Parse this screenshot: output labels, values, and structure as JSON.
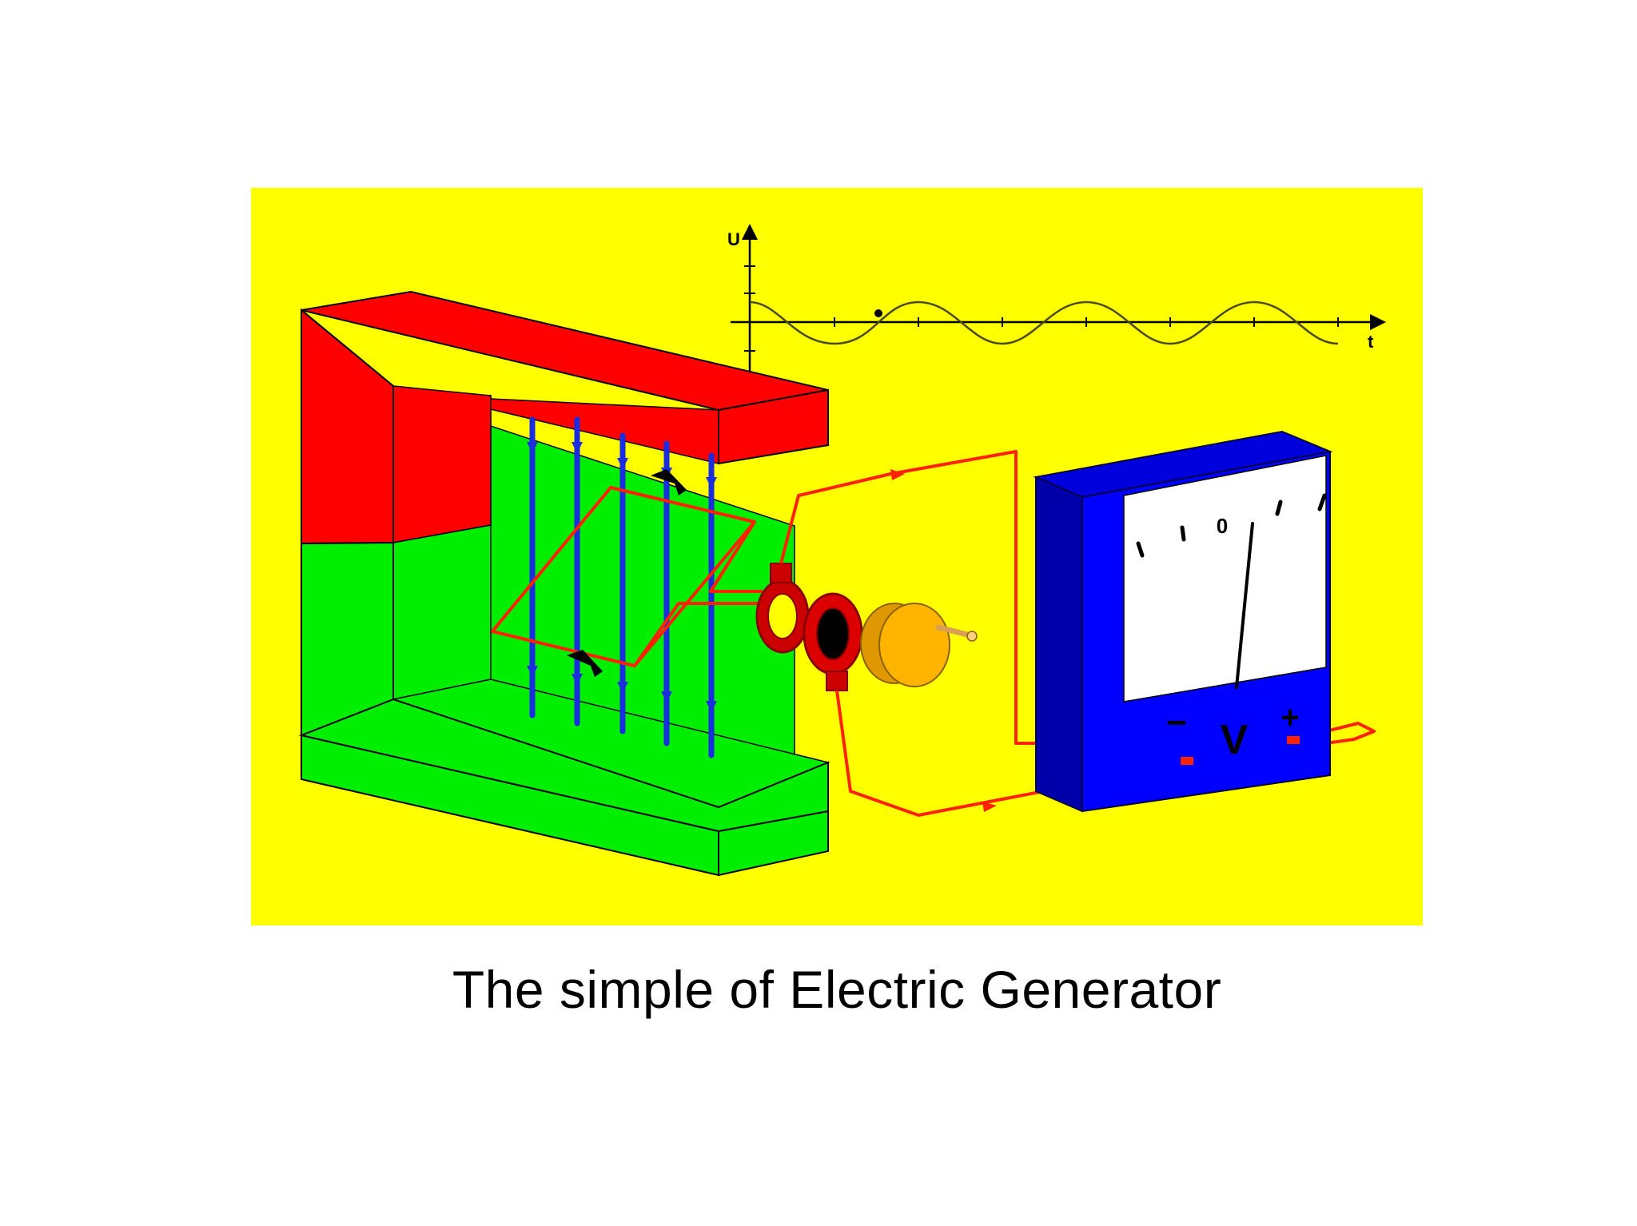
{
  "caption": "The simple of Electric Generator",
  "graph": {
    "y_label": "U",
    "x_label": "t"
  },
  "voltmeter": {
    "unit_symbol": "V",
    "minus_sign": "−",
    "plus_sign": "+",
    "scale_marks": [
      "",
      "",
      "0",
      "",
      ""
    ]
  },
  "colors": {
    "background": "#ffff00",
    "magnet_north": "#ff0000",
    "magnet_south": "#00ee00",
    "field_lines": "#1a2ee0",
    "wire": "#ff2200",
    "voltmeter_body": "#0000ff",
    "voltmeter_face": "#ffffff",
    "crank_wheel": "#ffb400"
  },
  "icons": {
    "magnet": "horseshoe-magnet-icon",
    "coil": "rotating-coil-icon",
    "slip_rings": "slip-rings-icon",
    "crank": "crank-handle-icon",
    "meter": "voltmeter-icon",
    "graph": "sine-wave-graph-icon"
  }
}
